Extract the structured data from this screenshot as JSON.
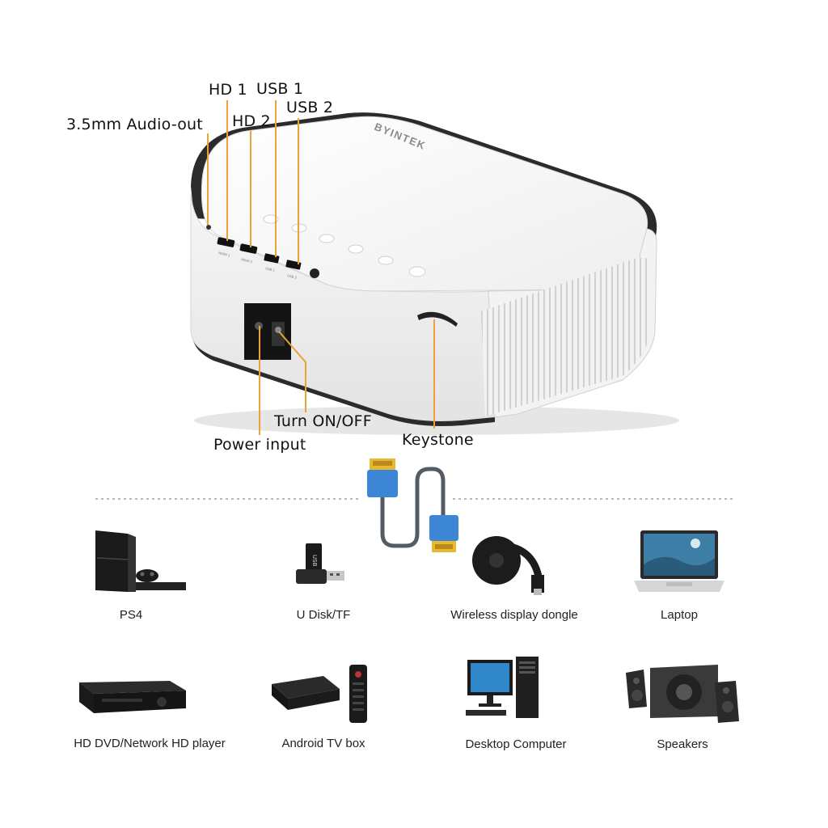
{
  "brand": "BYINTEK",
  "callouts": {
    "hd1": "HD 1",
    "usb1": "USB 1",
    "usb2": "USB 2",
    "hd2": "HD 2",
    "audio": "3.5mm Audio-out",
    "turn_on_off": "Turn ON/OFF",
    "power_input": "Power input",
    "keystone": "Keystone"
  },
  "port_labels": [
    "HDMI 1",
    "HDMI 2",
    "USB 1",
    "USB 2"
  ],
  "devices": [
    {
      "id": "ps4",
      "label": "PS4"
    },
    {
      "id": "udisk",
      "label": "U Disk/TF"
    },
    {
      "id": "dongle",
      "label": "Wireless display dongle"
    },
    {
      "id": "laptop",
      "label": "Laptop"
    },
    {
      "id": "dvd",
      "label": "HD DVD/Network HD player"
    },
    {
      "id": "tvbox",
      "label": "Android TV box"
    },
    {
      "id": "desktop",
      "label": "Desktop Computer"
    },
    {
      "id": "speakers",
      "label": "Speakers"
    }
  ],
  "usb_stick_text": "USB",
  "colors": {
    "callout_line": "#e8a33a",
    "hdmi_blue": "#3d86d6",
    "hdmi_gold": "#e8b830",
    "divider": "#8aa5b8"
  }
}
